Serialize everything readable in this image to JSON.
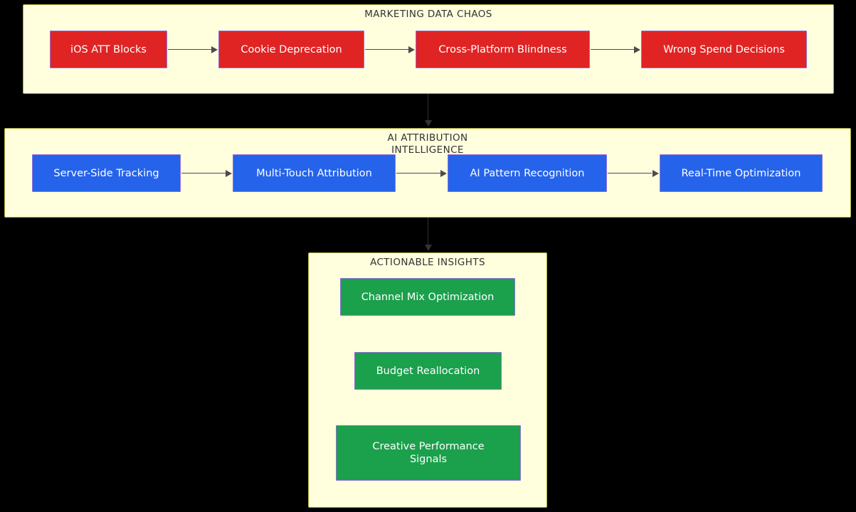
{
  "diagram": {
    "type": "flowchart",
    "direction": "top-to-bottom",
    "background_color": "#000000",
    "cluster_fill": "#ffffde",
    "cluster_border": "#aaaa33",
    "node_border": "#9370db",
    "edge_color": "#4c4c4c"
  },
  "clusters": [
    {
      "id": "marketing-data-chaos",
      "title": "MARKETING DATA CHAOS",
      "accent": "#e02424",
      "nodes": [
        {
          "id": "ios-att-blocks",
          "label": "iOS ATT Blocks"
        },
        {
          "id": "cookie-deprecation",
          "label": "Cookie Deprecation"
        },
        {
          "id": "cross-platform-blindness",
          "label": "Cross-Platform Blindness"
        },
        {
          "id": "wrong-spend-decisions",
          "label": "Wrong Spend Decisions"
        }
      ]
    },
    {
      "id": "ai-attribution-intelligence",
      "title": "AI ATTRIBUTION\nINTELLIGENCE",
      "accent": "#2563eb",
      "nodes": [
        {
          "id": "server-side-tracking",
          "label": "Server-Side Tracking"
        },
        {
          "id": "multi-touch-attribution",
          "label": "Multi-Touch Attribution"
        },
        {
          "id": "ai-pattern-recognition",
          "label": "AI Pattern Recognition"
        },
        {
          "id": "real-time-optimization",
          "label": "Real-Time Optimization"
        }
      ]
    },
    {
      "id": "actionable-insights",
      "title": "ACTIONABLE INSIGHTS",
      "accent": "#1ba04c",
      "nodes": [
        {
          "id": "channel-mix-optimization",
          "label": "Channel Mix Optimization"
        },
        {
          "id": "budget-reallocation",
          "label": "Budget Reallocation"
        },
        {
          "id": "creative-performance-signals",
          "label": "Creative Performance\nSignals"
        }
      ]
    }
  ],
  "edges": [
    {
      "id": "e1",
      "from": "ios-att-blocks",
      "to": "cookie-deprecation"
    },
    {
      "id": "e2",
      "from": "cookie-deprecation",
      "to": "cross-platform-blindness"
    },
    {
      "id": "e3",
      "from": "cross-platform-blindness",
      "to": "wrong-spend-decisions"
    },
    {
      "id": "e4",
      "from": "server-side-tracking",
      "to": "multi-touch-attribution"
    },
    {
      "id": "e5",
      "from": "multi-touch-attribution",
      "to": "ai-pattern-recognition"
    },
    {
      "id": "e6",
      "from": "ai-pattern-recognition",
      "to": "real-time-optimization"
    },
    {
      "id": "e7",
      "from": "marketing-data-chaos",
      "to": "ai-attribution-intelligence"
    },
    {
      "id": "e8",
      "from": "ai-attribution-intelligence",
      "to": "actionable-insights"
    }
  ]
}
